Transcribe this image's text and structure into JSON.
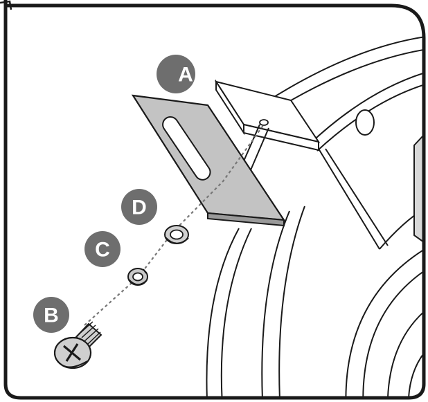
{
  "callouts": {
    "a": "A",
    "b": "B",
    "c": "C",
    "d": "D"
  },
  "colors": {
    "callout_fill": "#6e6e6e",
    "line": "#1a1a1a",
    "part_fill": "#bdbdbd",
    "leader": "#777777"
  }
}
